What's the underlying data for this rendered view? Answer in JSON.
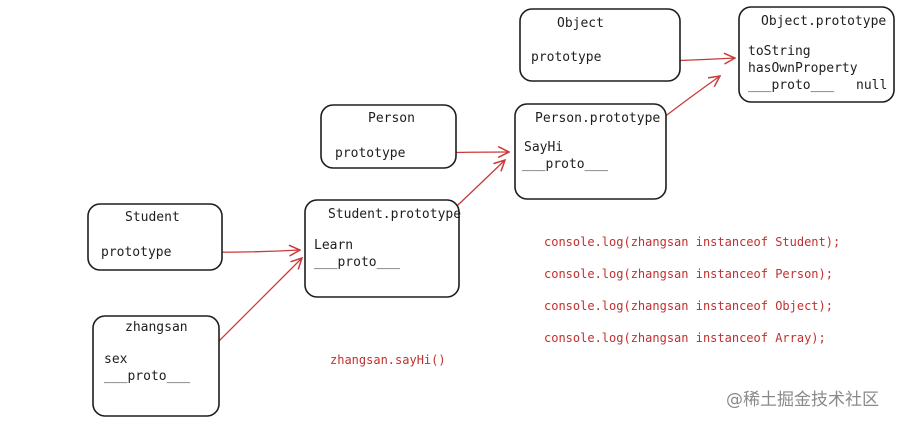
{
  "boxes": {
    "object": {
      "title": "Object",
      "lines": [
        "prototype"
      ]
    },
    "object_prototype": {
      "title": "Object.prototype",
      "lines": [
        "toString",
        "hasOwnProperty",
        "___proto___"
      ],
      "null_label": "null"
    },
    "person": {
      "title": "Person",
      "lines": [
        "prototype"
      ]
    },
    "person_prototype": {
      "title": "Person.prototype",
      "lines": [
        "SayHi",
        "___proto___"
      ]
    },
    "student": {
      "title": "Student",
      "lines": [
        "prototype"
      ]
    },
    "student_prototype": {
      "title": "Student.prototype",
      "lines": [
        "Learn",
        "___proto___"
      ]
    },
    "zhangsan": {
      "title": "zhangsan",
      "lines": [
        "sex",
        "___proto___"
      ]
    }
  },
  "call_example": "zhangsan.sayHi()",
  "console_lines": [
    "console.log(zhangsan instanceof Student);",
    "console.log(zhangsan instanceof Person);",
    "console.log(zhangsan instanceof Object);",
    "console.log(zhangsan instanceof Array);"
  ],
  "watermark": "@稀土掘金技术社区",
  "colors": {
    "arrow": "#c93a3a",
    "code_text": "#c0302e",
    "box_stroke": "#1e1e1e",
    "watermark": "#8a8a8a"
  }
}
